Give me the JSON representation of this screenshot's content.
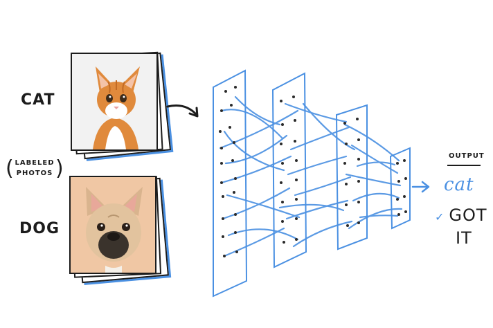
{
  "labels": {
    "cat": "CAT",
    "dog": "DOG",
    "labeled_photos_line1": "LABELED",
    "labeled_photos_line2": "PHOTOS"
  },
  "output": {
    "title": "OUTPUT",
    "value": "cat",
    "check_mark": "✓",
    "result_line1": "GOT",
    "result_line2": "IT"
  },
  "colors": {
    "ink": "#1c1c1c",
    "accent_blue": "#4a90e2",
    "cat_fur": "#e08a3c",
    "dog_fur": "#e0c09a"
  }
}
